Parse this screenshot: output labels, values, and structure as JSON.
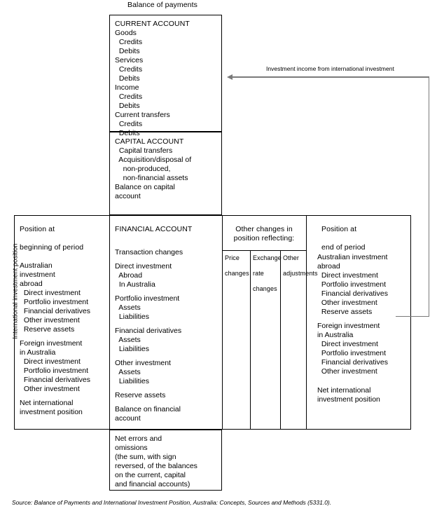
{
  "diagram": {
    "title": "Balance of payments",
    "side_label": "International investment position",
    "source": "Source: Balance of Payments and International Investment Position, Australia: Concepts, Sources and Methods (5331.0).",
    "arrow_label": "Investment income from international investment"
  },
  "current_account": {
    "heading": "CURRENT ACCOUNT",
    "lines": [
      "Goods",
      "  Credits",
      "  Debits",
      "Services",
      "  Credits",
      "  Debits",
      "Income",
      "  Credits",
      "  Debits",
      "Current transfers",
      "  Credits",
      "  Debits"
    ]
  },
  "capital_account": {
    "heading": "CAPITAL ACCOUNT",
    "lines": [
      "  Capital transfers",
      "  Acquisition/disposal of",
      "    non-produced,",
      "    non-financial assets",
      "Balance on capital",
      "account"
    ]
  },
  "position_begin": {
    "heading_l1": "Position at",
    "heading_l2": "beginning of period",
    "lines": [
      "Australian",
      "investment",
      "abroad",
      "  Direct investment",
      "  Portfolio investment",
      "  Financial derivatives",
      "  Other investment",
      "  Reserve assets",
      "",
      "Foreign investment",
      "in Australia",
      "  Direct investment",
      "  Portfolio investment",
      "  Financial derivatives",
      "  Other investment",
      "",
      "Net international",
      "investment position"
    ]
  },
  "financial_account": {
    "heading": "FINANCIAL ACCOUNT",
    "lines": [
      "",
      "Transaction changes",
      "",
      "Direct investment",
      "  Abroad",
      "  In Australia",
      "",
      "Portfolio investment",
      "  Assets",
      "  Liabilities",
      "",
      "Financial derivatives",
      "  Assets",
      "  Liabilities",
      "",
      "Other investment",
      "  Assets",
      "  Liabilities",
      "",
      "Reserve assets",
      "",
      "Balance on financial",
      "account"
    ]
  },
  "other_changes": {
    "heading_l1": "Other changes in",
    "heading_l2": "position reflecting:",
    "columns": [
      {
        "label_l1": "Price",
        "label_l2": "changes",
        "label_l3": ""
      },
      {
        "label_l1": "Exchange",
        "label_l2": "rate",
        "label_l3": "changes"
      },
      {
        "label_l1": "Other",
        "label_l2": "adjustments",
        "label_l3": ""
      }
    ]
  },
  "position_end": {
    "heading_l1": "Position at",
    "heading_l2": "end of period",
    "lines": [
      "Australian investment",
      "abroad",
      "  Direct investment",
      "  Portfolio investment",
      "  Financial derivatives",
      "  Other investment",
      "  Reserve assets",
      "",
      "Foreign investment",
      "in Australia",
      "  Direct investment",
      "  Portfolio investment",
      "  Financial derivatives",
      "  Other investment",
      "",
      "",
      "Net international",
      "investment position"
    ]
  },
  "net_errors": {
    "lines": [
      "Net errors and",
      "omissions",
      "(the sum, with sign",
      "reversed, of the balances",
      "on the current, capital",
      "and financial accounts)"
    ]
  }
}
